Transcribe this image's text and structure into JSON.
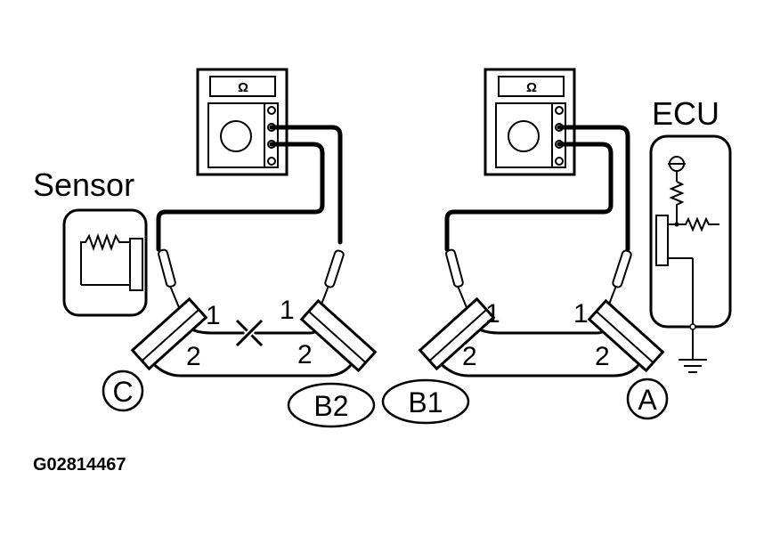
{
  "labels": {
    "sensor": "Sensor",
    "ecu": "ECU",
    "code": "G02814467",
    "connector_c": "C",
    "connector_b2": "B2",
    "connector_b1": "B1",
    "connector_a": "A"
  },
  "meters": [
    {
      "symbol": "Ω"
    },
    {
      "symbol": "Ω"
    }
  ],
  "pins": {
    "left_c_1": "1",
    "left_c_2": "2",
    "left_b2_1": "1",
    "left_b2_2": "2",
    "right_b1_1": "1",
    "right_b1_2": "2",
    "right_a_1": "1",
    "right_a_2": "2"
  }
}
